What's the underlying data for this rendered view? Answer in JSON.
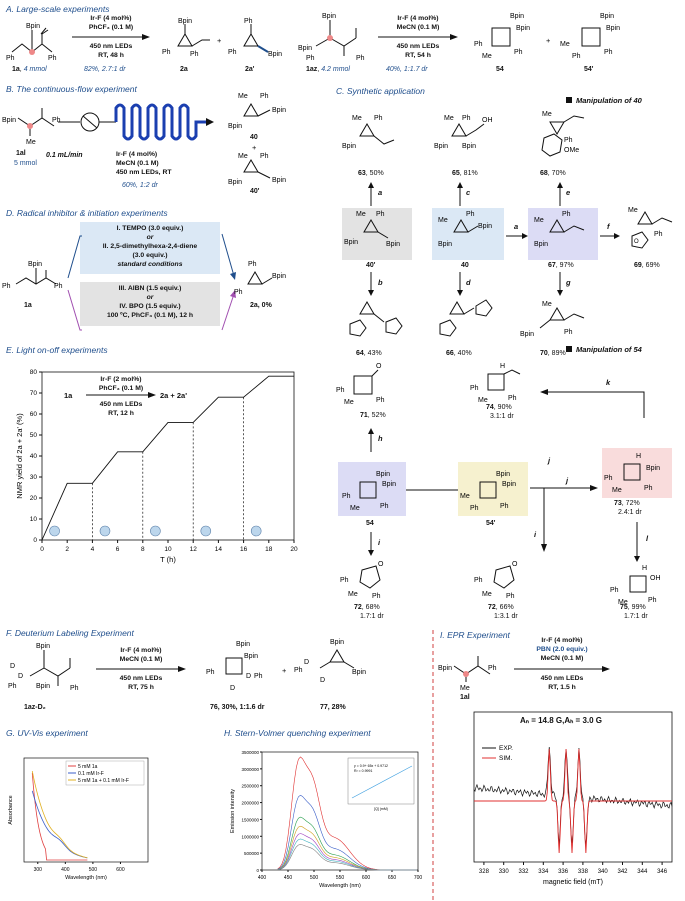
{
  "sections": {
    "A": "A. Large-scale experiments",
    "B": "B. The continuous-flow experiment",
    "C": "C. Synthetic application",
    "D": "D. Radical inhibitor & initiation experiments",
    "E": "E. Light on-off experiments",
    "F": "F. Deuterium Labeling Experiment",
    "G": "G. UV-Vis experiment",
    "H": "H. Stern-Volmer quenching experiment",
    "I": "I. EPR Experiment"
  },
  "manipulation_40": "Manipulation of 40",
  "manipulation_54": "Manipulation of 54",
  "A": {
    "rxn1_cond": [
      "Ir-F (4 mol%)",
      "PhCF₃ (0.1 M)",
      "450 nm LEDs",
      "RT, 48 h"
    ],
    "sm1": "1a",
    "sm1_amt": "4 mmol",
    "rxn1_result": "82%, 2.7:1 dr",
    "p1": "2a",
    "p2": "2a'",
    "plus": "+",
    "rxn2_cond": [
      "Ir-F (4 mol%)",
      "MeCN (0.1 M)",
      "450 nm LEDs",
      "RT, 54 h"
    ],
    "sm2": "1az",
    "sm2_amt": "4.2 mmol",
    "rxn2_result": "40%, 1:1.7 dr",
    "p3": "54",
    "p4": "54'"
  },
  "B": {
    "sm": "1al",
    "sm_amt": "5 mmol",
    "flow": "0.1 mL/min",
    "cond": [
      "Ir-F (4 mol%)",
      "MeCN (0.1 M)",
      "450 nm LEDs, RT"
    ],
    "result": "60%, 1:2 dr",
    "p1": "40",
    "p2": "40'",
    "plus": "+"
  },
  "C": {
    "steps": [
      "a",
      "b",
      "c",
      "d",
      "a",
      "e",
      "f",
      "g"
    ],
    "c63": "63",
    "y63": ", 50%",
    "c65": "65",
    "y65": ", 81%",
    "c68": "68",
    "y68": ", 70%",
    "c40p": "40'",
    "c40": "40",
    "c67": "67",
    "y67": ", 97%",
    "c69": "69",
    "y69": ", 69%",
    "c64": "64",
    "y64": ", 43%",
    "c66": "66",
    "y66": ", 40%",
    "c70": "70",
    "y70": ", 89%"
  },
  "D": {
    "box1": [
      "I. TEMPO (3.0 equiv.)",
      "or",
      "II. 2,5-dimethylhexa-2,4-diene",
      "(3.0 equiv.)",
      "standard conditions"
    ],
    "box2": [
      "III. AIBN (1.5 equiv.)",
      "or",
      "IV. BPO (1.5 equiv.)",
      "100 ºC, PhCF₃ (0.1 M), 12 h"
    ],
    "sm": "1a",
    "product": "2a, 0%"
  },
  "E": {
    "cond": [
      "Ir-F (2 mol%)",
      "PhCF₃ (0.1 M)",
      "450 nm LEDs",
      "RT, 12 h"
    ],
    "sm": "1a",
    "prod": "2a  +  2a'",
    "ylabel": "NMR yield of 2a + 2a' (%)",
    "xlabel": "T (h)"
  },
  "E_chart": {
    "type": "line",
    "x": [
      0,
      2,
      2,
      4,
      4,
      6,
      6,
      8,
      8,
      10,
      10,
      12,
      12,
      14,
      14,
      16,
      16,
      18,
      18,
      20
    ],
    "y": [
      0,
      27,
      27,
      27,
      27,
      42,
      42,
      42,
      42,
      56,
      56,
      56,
      56,
      68,
      68,
      68,
      68,
      78,
      78,
      78
    ],
    "xlim": [
      0,
      20
    ],
    "ylim": [
      0,
      80
    ],
    "xticks": [
      "0",
      "2",
      "4",
      "6",
      "8",
      "10",
      "12",
      "14",
      "16",
      "18",
      "20"
    ],
    "yticks": [
      "0",
      "10",
      "20",
      "30",
      "40",
      "50",
      "60",
      "70",
      "80"
    ],
    "dark_periods_start_h": [
      1,
      5,
      9,
      13,
      17
    ]
  },
  "M54": {
    "c71": "71",
    "y71": ", 52%",
    "c74": "74",
    "y74": ", 90%",
    "dr74": "3.1:1 dr",
    "c54": "54",
    "c54p": "54'",
    "c73": "73",
    "y73": ", 72%",
    "dr73": "2.4:1 dr",
    "c72a": "72",
    "y72a": ", 68%",
    "dr72a": "1.7:1 dr",
    "c72b": "72",
    "y72b": ", 66%",
    "dr72b": "1:3.1 dr",
    "c75": "75",
    "y75": ", 99%",
    "dr75": "1.7:1 dr",
    "steps": [
      "h",
      "k",
      "j",
      "i",
      "j",
      "i",
      "l"
    ]
  },
  "F": {
    "sm": "1az-D₂",
    "cond": [
      "Ir-F (4 mol%)",
      "MeCN (0.1 M)",
      "450 nm LEDs",
      "RT, 75 h"
    ],
    "p1": "76, 30%, 1:1.6 dr",
    "p2": "77, 28%",
    "plus": "+"
  },
  "I": {
    "cond": [
      "Ir-F (4 mol%)",
      "PBN (2.0 equiv.)",
      "MeCN (0.1 M)",
      "450 nm LEDs",
      "RT, 1.5 h"
    ],
    "sm": "1al",
    "constants": "Aₙ = 14.8 G,Aₕ = 3.0 G",
    "legend": [
      "EXP.",
      "SIM."
    ],
    "xlabel": "magnetic field (mT)",
    "xticks": [
      "328",
      "330",
      "332",
      "334",
      "336",
      "338",
      "340",
      "342",
      "344",
      "346"
    ]
  },
  "G": {
    "legend": [
      "5 mM 1a",
      "0.1 mM Ir-F",
      "5 mM 1a + 0.1 mM Ir-F"
    ],
    "ylabel": "Absorbance",
    "xlabel": "Wavelength (nm)",
    "xticks": [
      "300",
      "400",
      "500",
      "600"
    ]
  },
  "H": {
    "ylabel": "Emission intensity",
    "xlabel": "Wavelength (nm)",
    "yticks": [
      "0",
      "500000",
      "1000000",
      "1500000",
      "2000000",
      "2500000",
      "3000000",
      "3500000"
    ],
    "xticks": [
      "400",
      "450",
      "500",
      "550",
      "600",
      "650",
      "700"
    ],
    "inset_eq": "y = 0.9+ 65x + 0.9712",
    "inset_r2": "R² = 0.9991",
    "inset_xlabel": "[Q] (mM)"
  },
  "colors": {
    "blue_text": "#1f4e8c",
    "box_blue": "#dbe8f5",
    "box_gray": "#e3e3e3",
    "box_purple": "#dcdcf5",
    "box_pink": "#f9dcdc",
    "box_yellow": "#f6f1cf",
    "exp_line": "#111111",
    "sim_line": "#e03030"
  }
}
